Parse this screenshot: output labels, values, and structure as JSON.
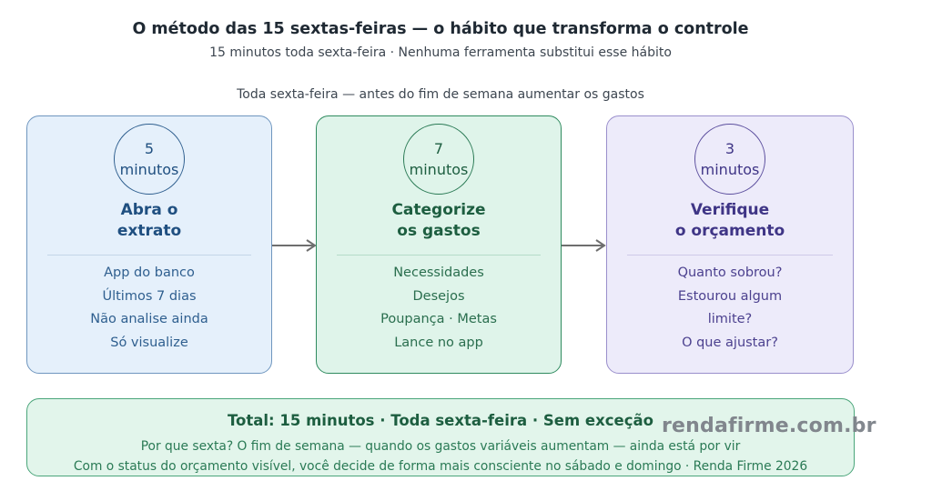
{
  "header": {
    "title": "O método das 15 sextas-feiras — o hábito que transforma o controle",
    "subtitle": "15 minutos toda sexta-feira · Nenhuma ferramenta substitui esse hábito",
    "note": "Toda sexta-feira — antes do fim de semana aumentar os gastos"
  },
  "steps": [
    {
      "minutes": "5",
      "minutes_label": "minutos",
      "title_line1": "Abra o",
      "title_line2": "extrato",
      "items": [
        "App do banco",
        "Últimos 7 dias",
        "Não analise ainda",
        "Só visualize"
      ]
    },
    {
      "minutes": "7",
      "minutes_label": "minutos",
      "title_line1": "Categorize",
      "title_line2": "os gastos",
      "items": [
        "Necessidades",
        "Desejos",
        "Poupança · Metas",
        "Lance no app"
      ]
    },
    {
      "minutes": "3",
      "minutes_label": "minutos",
      "title_line1": "Verifique",
      "title_line2": "o orçamento",
      "items": [
        "Quanto sobrou?",
        "Estourou algum",
        "limite?",
        "O que ajustar?"
      ]
    }
  ],
  "summary": {
    "title": "Total: 15 minutos · Toda sexta-feira · Sem exceção",
    "line1": "Por que sexta? O fim de semana — quando os gastos variáveis aumentam — ainda está por vir",
    "line2": "Com o status do orçamento visível, você decide de forma mais consciente no sábado e domingo · Renda Firme 2026"
  },
  "watermark": "rendafirme.com.br",
  "colors": {
    "step1_fill": "#e5f0fb",
    "step2_fill": "#dff4ea",
    "step3_fill": "#edebfa",
    "summary_fill": "#e2f5eb",
    "arrow": "#6e6e6e"
  }
}
